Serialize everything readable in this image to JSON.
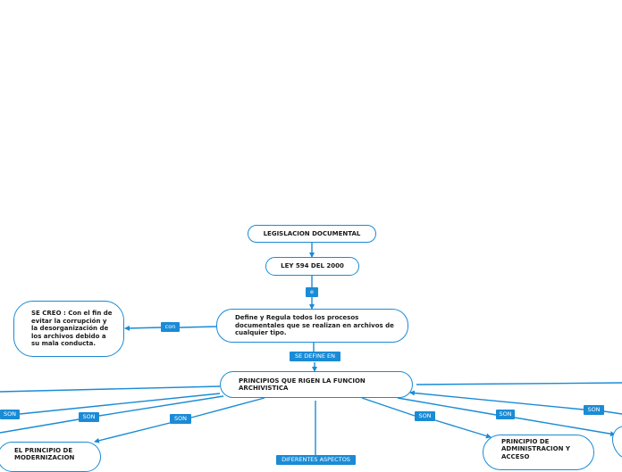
{
  "colors": {
    "line": "#1a8bd6",
    "tag_bg": "#1a8bd6",
    "node_border": "#1a8bd6",
    "text": "#1a1a1a"
  },
  "nodes": {
    "legislacion": "LEGISLACION DOCUMENTAL",
    "ley": "LEY 594 DEL 2000",
    "define": "Define y Regula todos los procesos documentales que se realizan en archivos de cualquier tipo.",
    "se_creo": "SE CREO : Con el fin de evitar la corrupción y la desorganización de los archivos debido a su mala conducta.",
    "principios": "PRINCIPIOS QUE RIGEN LA FUNCION ARCHIVISTICA",
    "modernizacion": "EL PRINCIPIO DE MODERNIZACION",
    "administracion": "PRINCIPIO DE ADMINISTRACION Y ACCESO"
  },
  "tags": {
    "e": "e",
    "con": "con",
    "se_define_en": "SE DEFINE EN",
    "son_1": "SON",
    "son_2": "SON",
    "son_3": "SON",
    "son_4": "SON",
    "son_5": "SON",
    "son_6": "SON",
    "diferentes": "DIFERENTES ASPECTOS"
  }
}
